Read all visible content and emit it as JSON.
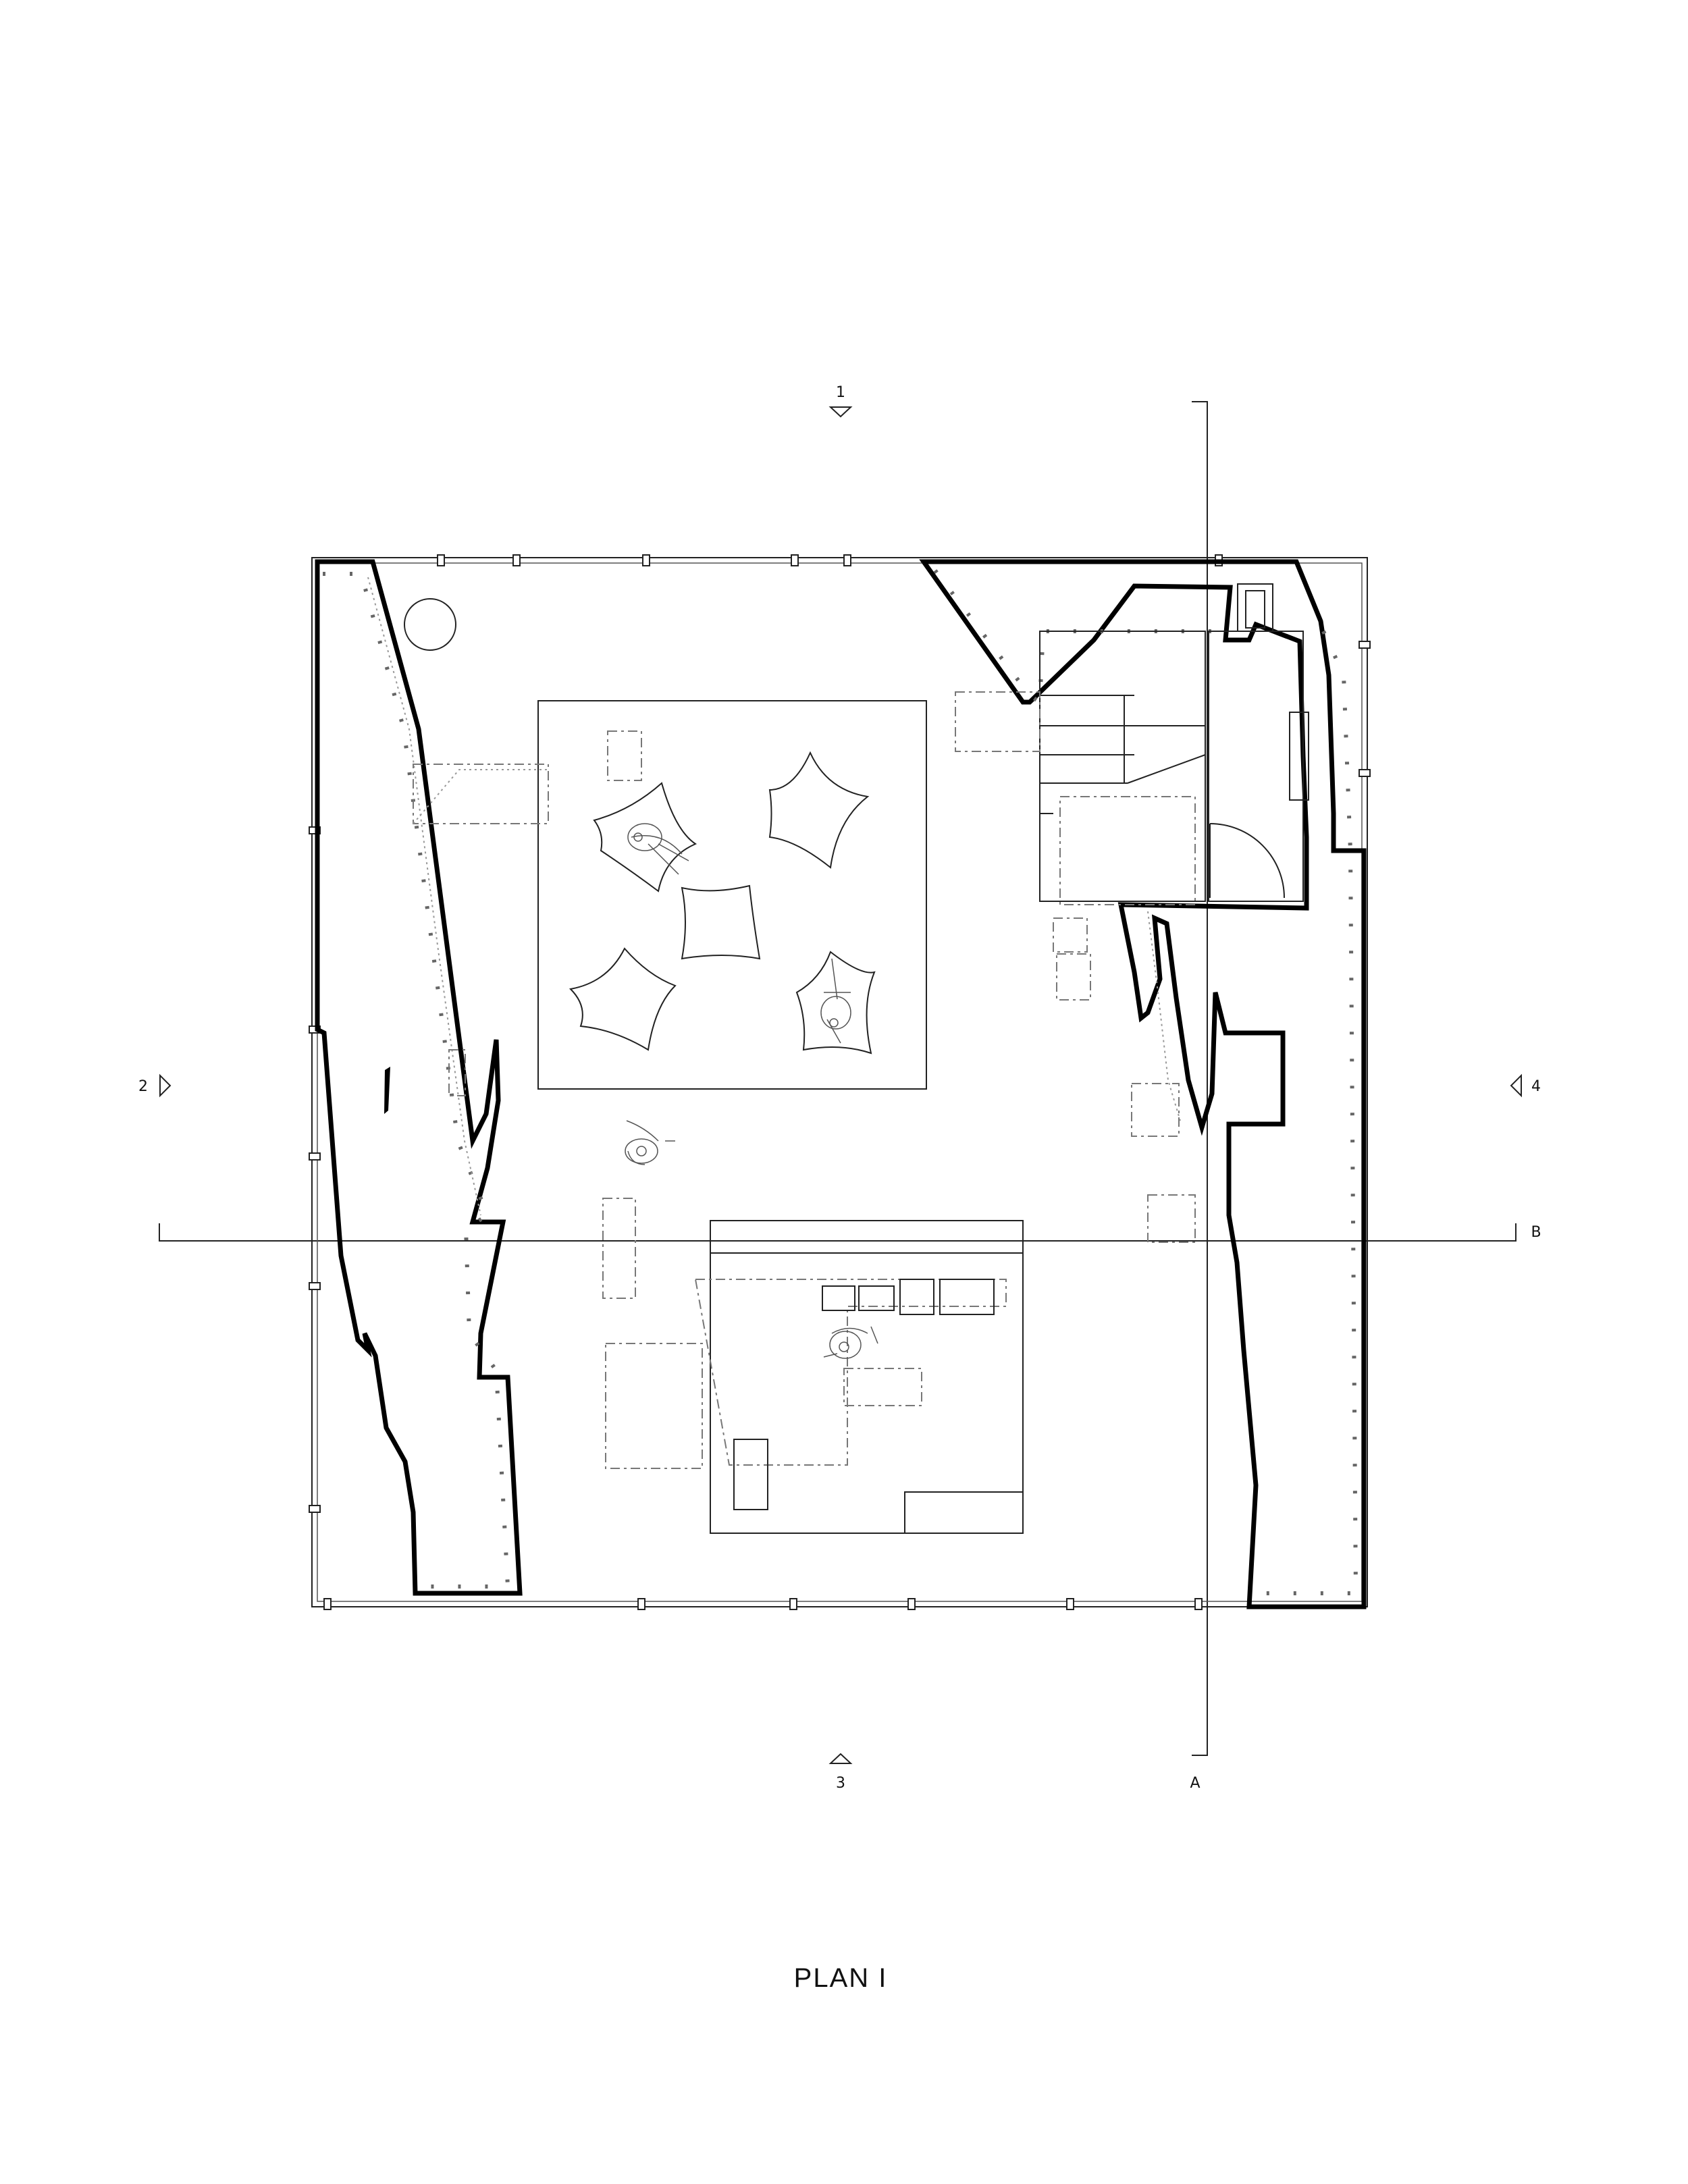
{
  "title": "PLAN I",
  "section_markers": {
    "top": "1",
    "left": "2",
    "bottom": "3",
    "right": "4"
  },
  "section_lines": {
    "vertical": "A",
    "horizontal": "B"
  },
  "colors": {
    "ink": "#000000",
    "background": "#ffffff"
  }
}
